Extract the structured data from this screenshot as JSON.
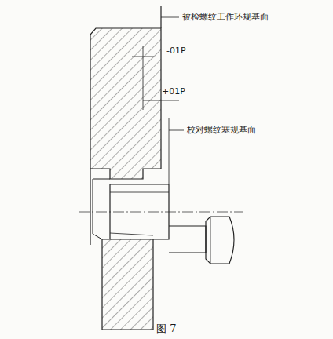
{
  "diagram": {
    "caption": "图 7",
    "labels": [
      "被检螺纹工作环规基面",
      "-01P",
      "+01P",
      "校对螺纹塞规基面"
    ]
  }
}
